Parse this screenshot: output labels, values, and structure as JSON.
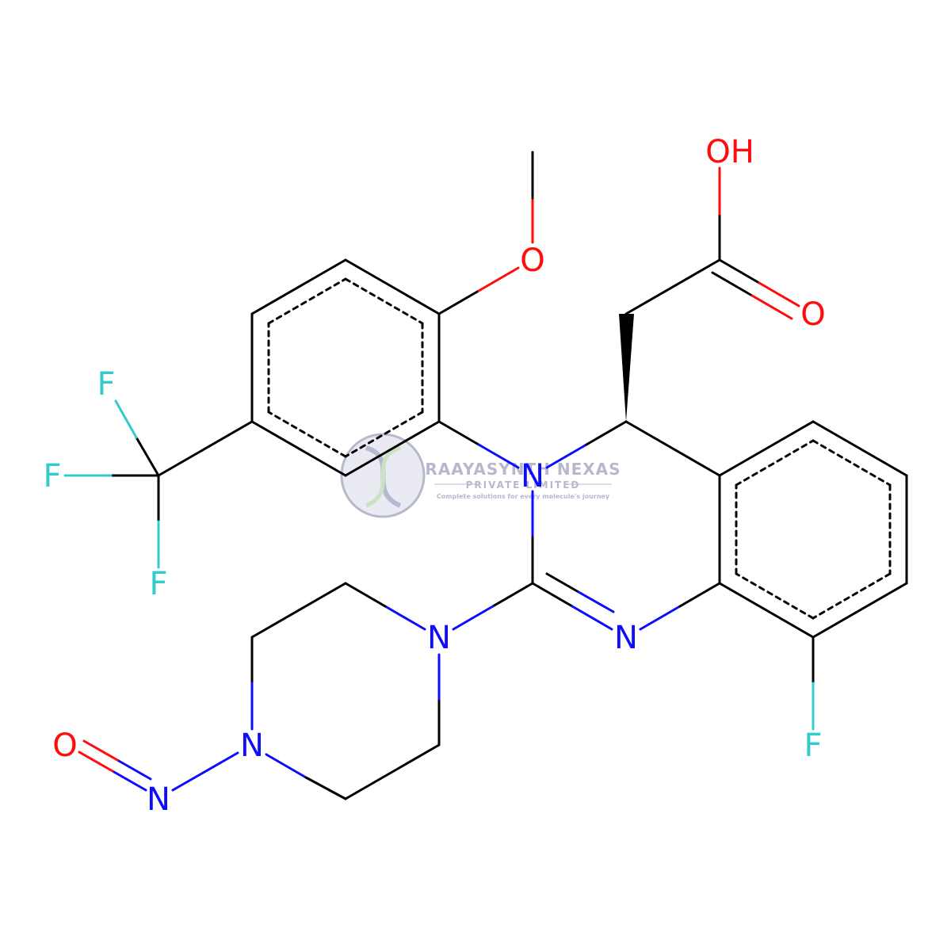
{
  "colors": {
    "bond": "#000000",
    "nitrogen": "#0c0cff",
    "oxygen": "#ff0c0c",
    "fluorine": "#33cccc",
    "watermark": "#9ea1bd",
    "watermark_fill": "#e3e4ee"
  },
  "atoms": {
    "oh": "OH",
    "o_carbonyl": "O",
    "o_methoxy": "O",
    "n1": "N",
    "n3": "N",
    "n_pip1": "N",
    "n_pip4": "N",
    "n_nitroso": "N",
    "o_nitroso": "O",
    "f_cf3_top": "F",
    "f_cf3_left": "F",
    "f_cf3_bottom": "F",
    "f_aryl": "F"
  },
  "watermark": {
    "title": "RAAYASYNTH NEXAS",
    "subtitle": "PRIVATE LIMITED",
    "tagline": "Complete solutions for every molecule's journey"
  }
}
